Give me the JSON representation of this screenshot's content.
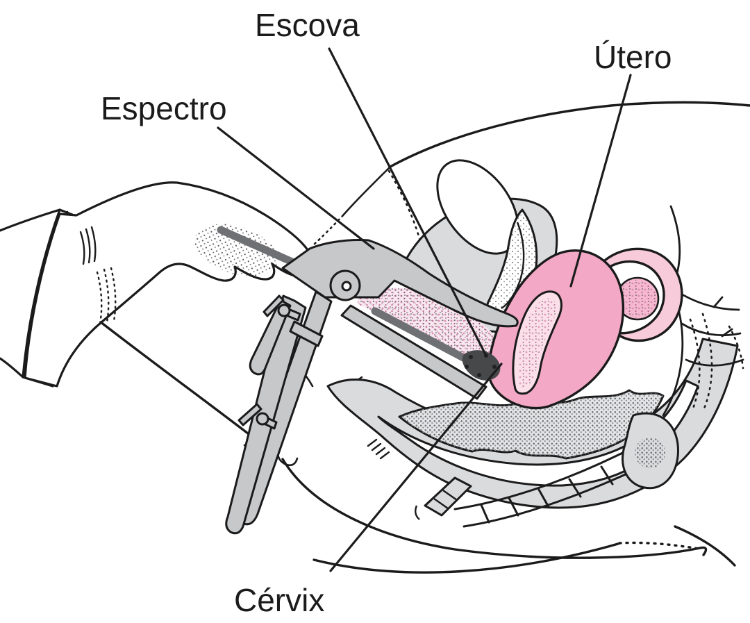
{
  "diagram": {
    "labels": {
      "brush": "Escova",
      "uterus": "Útero",
      "speculum": "Espectro",
      "cervix": "Cérvix"
    },
    "colors": {
      "uterus_pink": "#f3a9c5",
      "tube_pink": "#f8cbdb",
      "ovary_pink": "#f5b8cf",
      "canal_pink": "#f9e7ef",
      "instrument_gray": "#c7c8ca",
      "tissue_gray": "#dadbdd",
      "brush_rod_gray": "#6f7073",
      "outline": "#1b1b1c",
      "background": "#ffffff"
    }
  }
}
